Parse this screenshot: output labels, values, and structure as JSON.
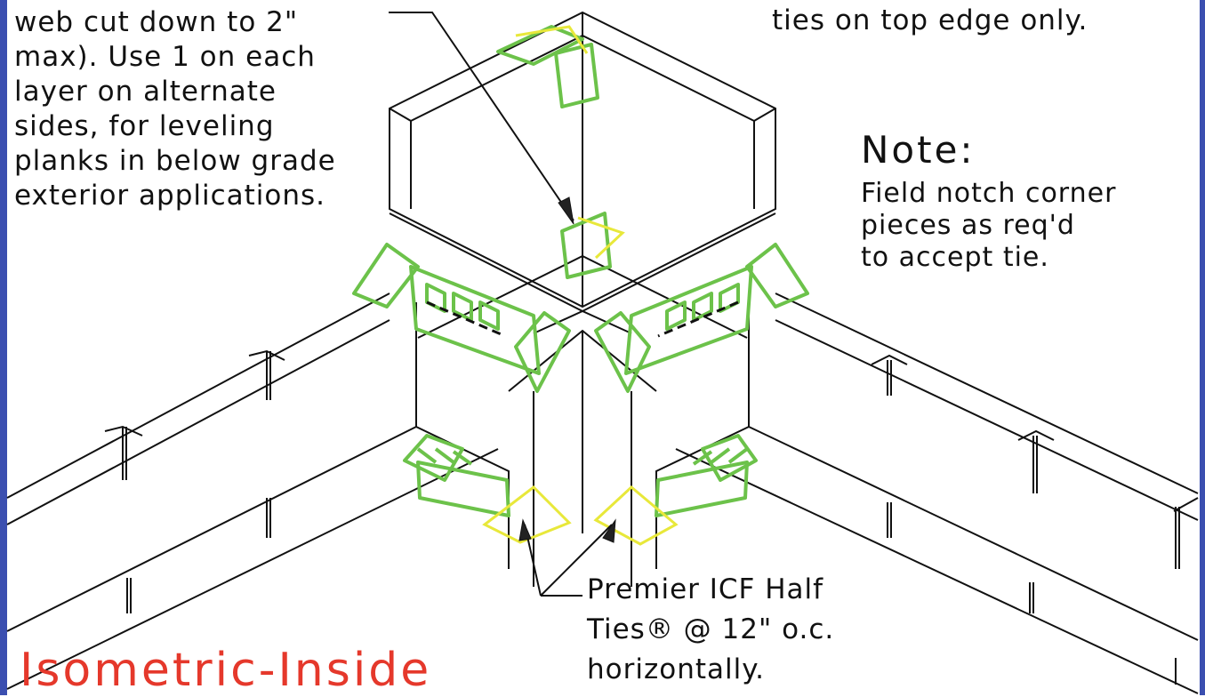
{
  "notes": {
    "left_callout": "web cut down to 2\"\nmax). Use 1 on each\nlayer on alternate\nsides, for leveling\nplanks in below grade\nexterior applications.",
    "top_right": "ties on top edge only.",
    "note_heading": "Note:",
    "note_body": "Field notch corner\npieces as req'd\nto accept tie.",
    "tie_callout": "Premier ICF Half\nTies® @ 12\" o.c.\nhorizontally."
  },
  "title": "Isometric-Inside",
  "colors": {
    "frame": "#3b4fb0",
    "ties": "#6cc24a",
    "half_ties": "#e8e83a",
    "title": "#e5382b",
    "lines": "#111111"
  }
}
